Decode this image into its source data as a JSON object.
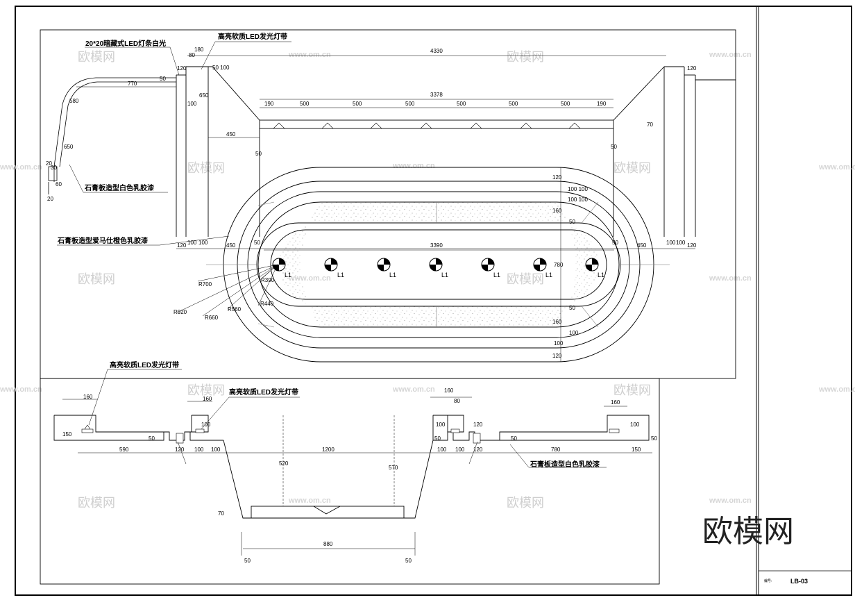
{
  "title_block": {
    "drawing_no_prefix": "编号:",
    "drawing_no": "LB-03"
  },
  "watermark": {
    "brand": "欧模网",
    "url": "www.om.cn"
  },
  "plan": {
    "annotations": {
      "led_strip_hidden": "20*20暗藏式LED灯条白光",
      "led_flexible_top": "高亮软质LED发光灯带",
      "gypsum_white": "石膏板造型白色乳胶漆",
      "gypsum_art_paint": "石膏板造型爱马仕橙色乳胶漆"
    },
    "dims": {
      "overall_width": "4330",
      "inner_width": "3378",
      "seg_end": "190",
      "seg": "500",
      "ellipse_inner_length": "3390",
      "d450": "450",
      "d120": "120",
      "d100": "100",
      "d160": "160",
      "d180": "180",
      "d50": "50",
      "d70": "70",
      "d80": "80",
      "d770": "770",
      "d580": "580",
      "d650": "650",
      "d780": "780",
      "d20": "20",
      "d30": "30",
      "d60": "60",
      "d50_100": "50 100",
      "d100_100": "100 100",
      "r390": "R390",
      "r440": "R440",
      "r560": "R560",
      "r660": "R660",
      "r700": "R700",
      "r920": "R920"
    },
    "light_label": "L1"
  },
  "section": {
    "annotations": {
      "led_flexible_a": "高亮软质LED发光灯带",
      "led_flexible_b": "高亮软质LED发光灯带",
      "gypsum_white": "石膏板造型白色乳胶漆"
    },
    "dims": {
      "d160": "160",
      "d150": "150",
      "d590": "590",
      "d120": "120",
      "d100": "100",
      "d1200": "1200",
      "d780": "780",
      "d50": "50",
      "d80": "80",
      "d520": "520",
      "d570": "570",
      "d70": "70",
      "d880": "880"
    }
  }
}
